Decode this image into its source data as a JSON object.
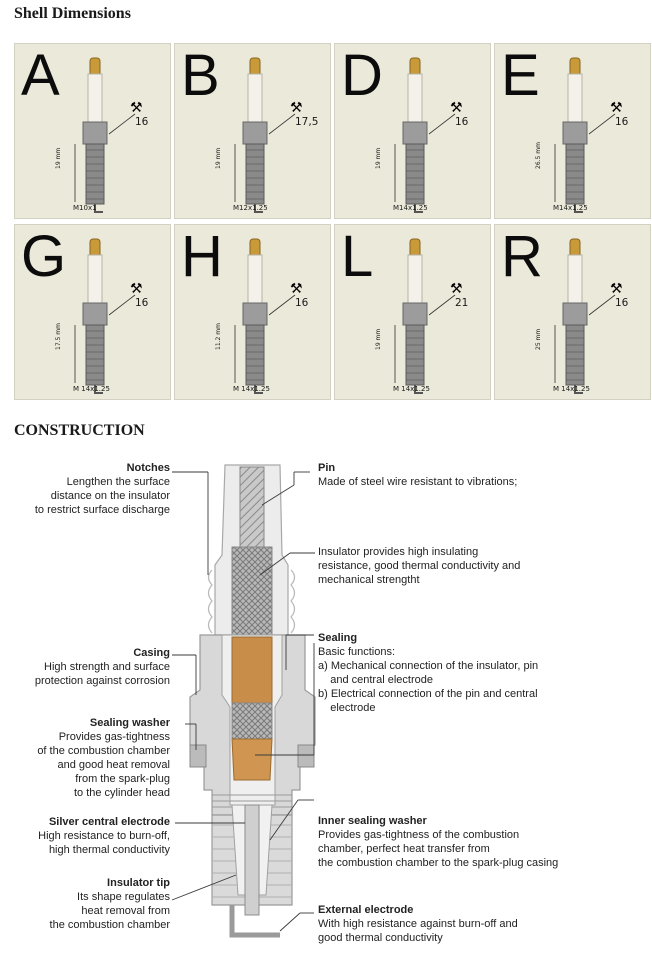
{
  "headings": {
    "shell": "Shell Dimensions",
    "construction": "CONSTRUCTION"
  },
  "shells": [
    {
      "letter": "A",
      "wrench": "16",
      "thread": "M10x1",
      "length": "19 mm"
    },
    {
      "letter": "B",
      "wrench": "17,5",
      "thread": "M12x1.25",
      "length": "19 mm"
    },
    {
      "letter": "D",
      "wrench": "16",
      "thread": "M14x1.25",
      "length": "19 mm"
    },
    {
      "letter": "E",
      "wrench": "16",
      "thread": "M14x1.25",
      "length": "26.5 mm"
    },
    {
      "letter": "G",
      "wrench": "16",
      "thread": "M 14x1.25",
      "length": "17.5 mm"
    },
    {
      "letter": "H",
      "wrench": "16",
      "thread": "M 14x1.25",
      "length": "11.2 mm"
    },
    {
      "letter": "L",
      "wrench": "21",
      "thread": "M 14x1.25",
      "length": "19 mm"
    },
    {
      "letter": "R",
      "wrench": "16",
      "thread": "M 14x1.25",
      "length": "25 mm"
    }
  ],
  "construction": {
    "left": [
      {
        "title": "Notches",
        "text": [
          "Lengthen the surface",
          "distance on the insulator",
          "to restrict surface discharge"
        ]
      },
      {
        "title": "Casing",
        "text": [
          "High strength and surface",
          "protection against corrosion"
        ]
      },
      {
        "title": "Sealing washer",
        "text": [
          "Provides gas-tightness",
          "of the combustion chamber",
          "and good heat removal",
          "from the spark-plug",
          "to the cylinder head"
        ]
      },
      {
        "title": "Silver central electrode",
        "text": [
          "High resistance to burn-off,",
          "high thermal conductivity"
        ]
      },
      {
        "title": "Insulator tip",
        "text": [
          "Its shape regulates",
          "heat removal from",
          "the combustion chamber"
        ]
      }
    ],
    "right": [
      {
        "title": "Pin",
        "text": [
          "Made of steel wire resistant to vibrations;"
        ]
      },
      {
        "title": "",
        "text": [
          "Insulator provides high insulating",
          "resistance, good thermal conductivity and",
          "mechanical strengtht"
        ]
      },
      {
        "title": "Sealing",
        "text": [
          "Basic functions:",
          "a) Mechanical connection of the insulator, pin",
          "    and central electrode",
          "b) Electrical connection of the pin and central",
          "    electrode"
        ]
      },
      {
        "title": "Inner sealing washer",
        "text": [
          "Provides gas-tightness of the combustion",
          "chamber, perfect heat transfer from",
          "the combustion chamber to the spark-plug casing"
        ]
      },
      {
        "title": "External electrode",
        "text": [
          "With high resistance against burn-off and",
          "good thermal conductivity"
        ]
      }
    ]
  }
}
